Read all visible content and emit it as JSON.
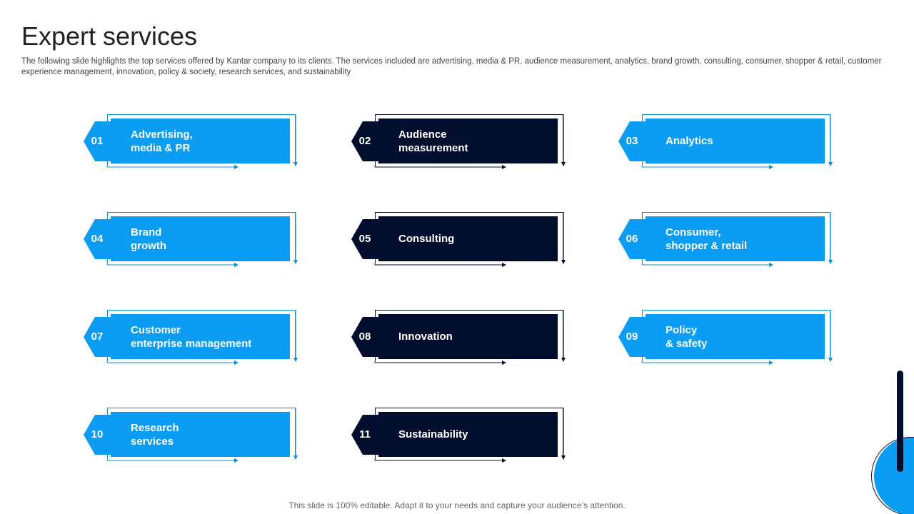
{
  "slide": {
    "title": "Expert services",
    "subtitle": "The following slide highlights the top services offered by Kantar company to its clients. The services included are advertising, media & PR, audience measurement, analytics, brand growth, consulting, consumer, shopper & retail, customer experience management, innovation, policy & society, research services, and sustainability",
    "footer": "This slide is 100% editable. Adapt it to your needs and capture your audience’s attention."
  },
  "colors": {
    "blue": "#0b9cf3",
    "blue_dark": "#0a8ee0",
    "navy": "#020e2e",
    "navy_outline": "#020e2e"
  },
  "services": [
    {
      "num": "01",
      "label": "Advertising,\nmedia & PR",
      "theme": "blue"
    },
    {
      "num": "02",
      "label": "Audience\nmeasurement",
      "theme": "navy"
    },
    {
      "num": "03",
      "label": "Analytics",
      "theme": "blue"
    },
    {
      "num": "04",
      "label": "Brand\ngrowth",
      "theme": "blue"
    },
    {
      "num": "05",
      "label": "Consulting",
      "theme": "navy"
    },
    {
      "num": "06",
      "label": "Consumer,\nshopper & retail",
      "theme": "blue"
    },
    {
      "num": "07",
      "label": "Customer\nenterprise management",
      "theme": "blue"
    },
    {
      "num": "08",
      "label": "Innovation",
      "theme": "navy"
    },
    {
      "num": "09",
      "label": "Policy\n& safety",
      "theme": "blue"
    },
    {
      "num": "10",
      "label": "Research\nservices",
      "theme": "blue"
    },
    {
      "num": "11",
      "label": "Sustainability",
      "theme": "navy"
    }
  ]
}
